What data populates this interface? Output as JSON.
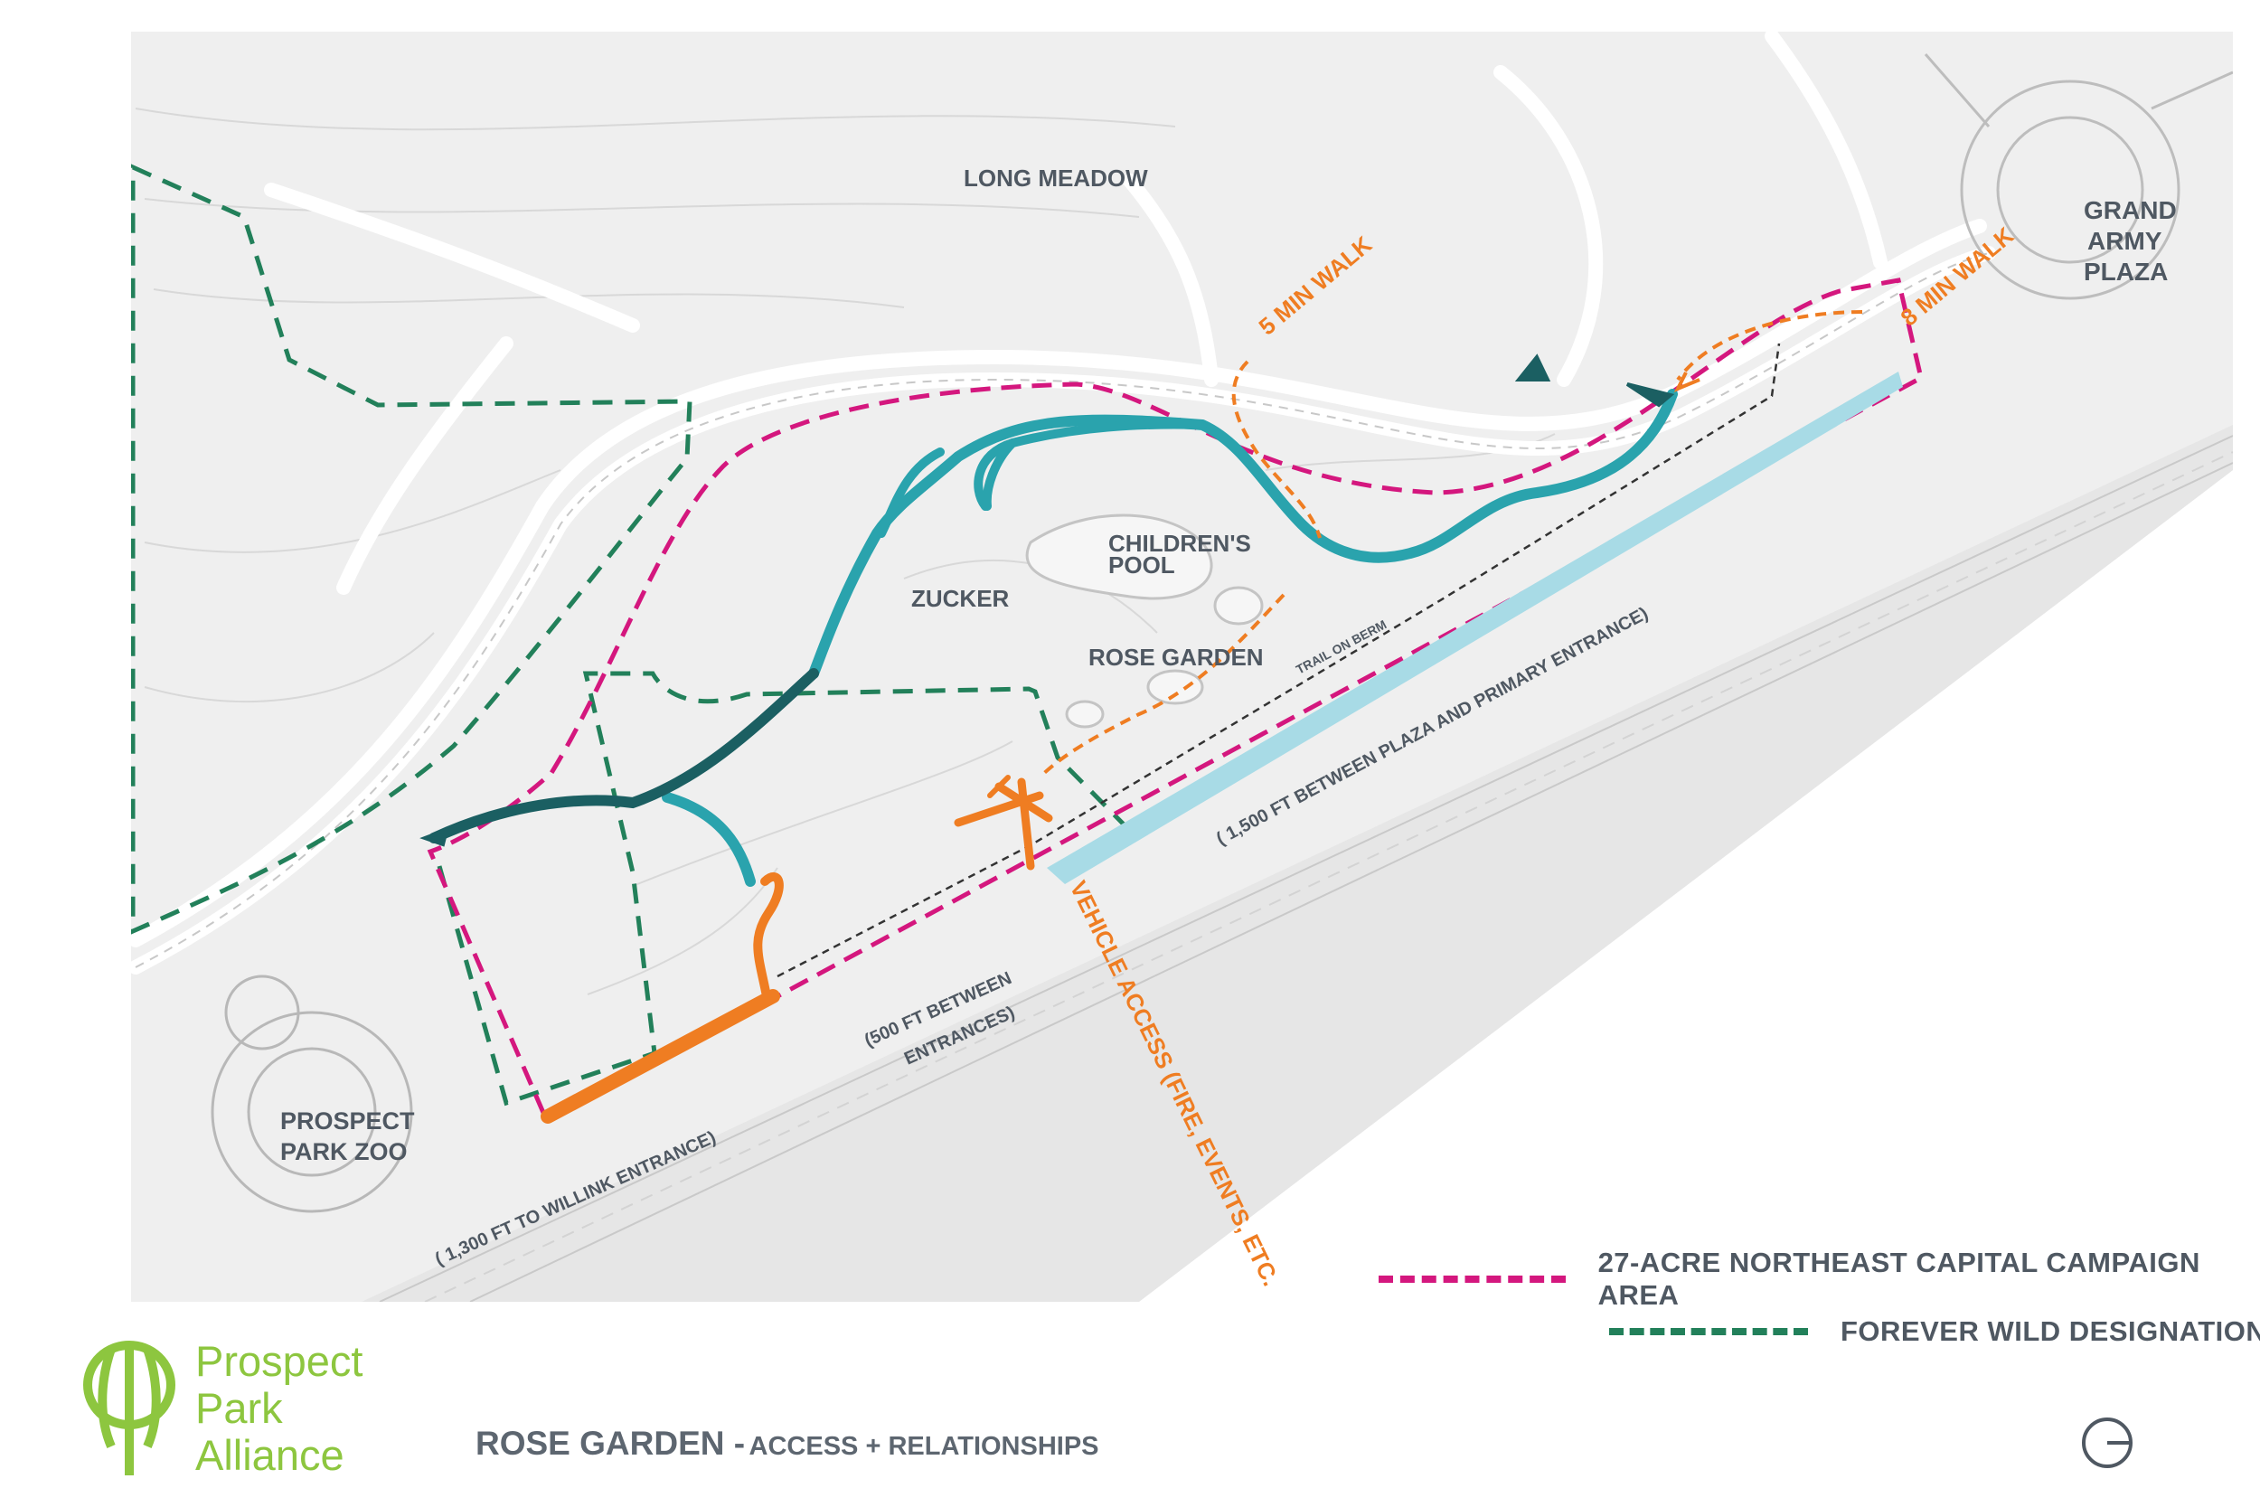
{
  "map": {
    "labels": {
      "long_meadow": "LONG MEADOW",
      "grand_army_1": "GRAND",
      "grand_army_2": "ARMY",
      "grand_army_3": "PLAZA",
      "childrens_pool_1": "CHILDREN'S",
      "childrens_pool_2": "POOL",
      "zucker": "ZUCKER",
      "rose_garden": "ROSE  GARDEN",
      "prospect_park_zoo_1": "PROSPECT",
      "prospect_park_zoo_2": "PARK ZOO",
      "trail_on_berm": "TRAIL ON BERM",
      "walk_5": "5 MIN WALK",
      "walk_8": "8 MIN WALK",
      "vehicle_access": "VEHICLE ACCESS (FIRE, EVENTS, ETC.",
      "dist_1500": "( 1,500 FT BETWEEN PLAZA AND PRIMARY ENTRANCE)",
      "dist_500_1": "(500 FT BETWEEN",
      "dist_500_2": "ENTRANCES)",
      "dist_1300": "( 1,300 FT TO WILLINK ENTRANCE)"
    },
    "colors": {
      "campaign_area": "#d4177e",
      "forever_wild": "#22805a",
      "teal_path": "#2aa3ad",
      "dark_teal_path": "#1b5f62",
      "orange_access": "#ef7d22",
      "light_blue_strip": "#a8dbe6",
      "park_base": "#efefef"
    }
  },
  "legend": {
    "items": [
      {
        "label": "27-ACRE NORTHEAST CAPITAL CAMPAIGN AREA",
        "color": "#d4177e"
      },
      {
        "label": "FOREVER WILD DESIGNATION",
        "color": "#22805a"
      }
    ]
  },
  "logo": {
    "line1": "Prospect",
    "line2": "Park",
    "line3": "Alliance",
    "color": "#8dc63f"
  },
  "title": {
    "main": "ROSE GARDEN -",
    "sub": "ACCESS + RELATIONSHIPS"
  },
  "north_arrow_icon": "north-arrow-icon"
}
